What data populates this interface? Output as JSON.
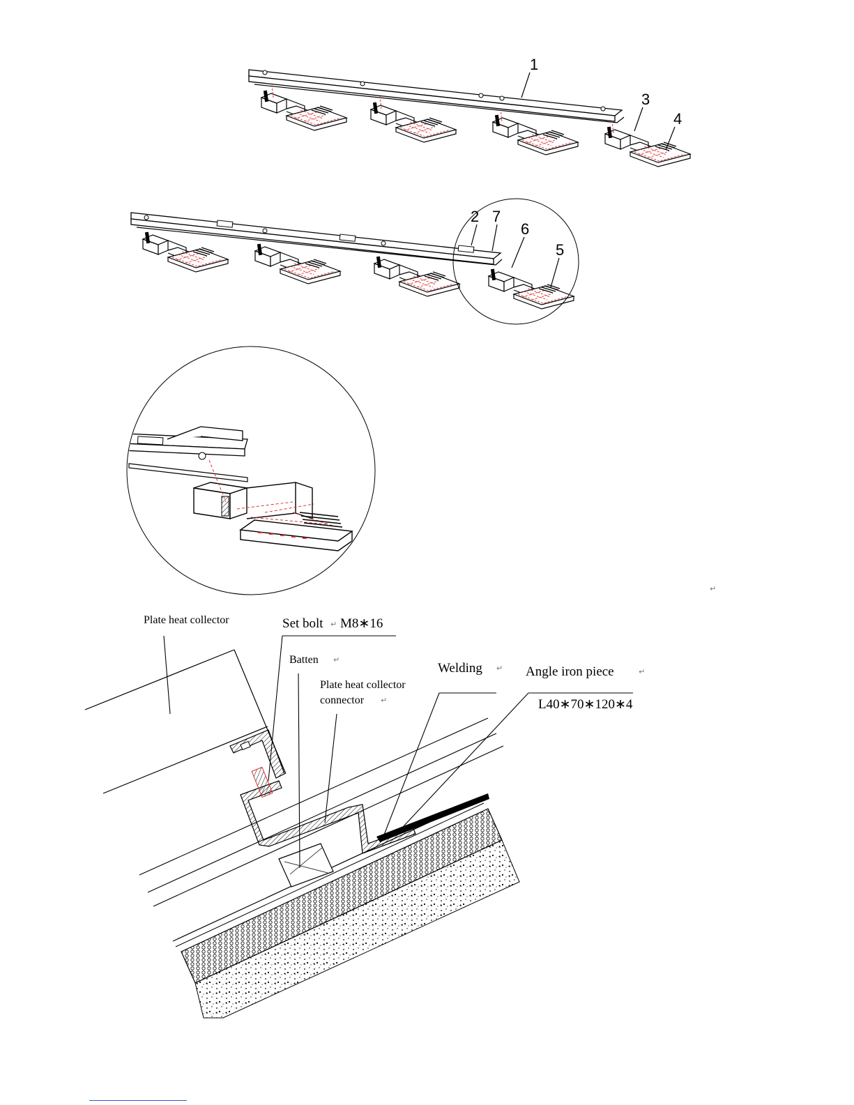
{
  "figure_top": {
    "callouts": [
      "1",
      "3",
      "4"
    ]
  },
  "figure_middle": {
    "callouts": [
      "2",
      "7",
      "6",
      "5"
    ]
  },
  "section": {
    "labels": {
      "plate_heat_collector": "Plate heat collector",
      "set_bolt": "Set bolt",
      "set_bolt_size": "M8∗16",
      "batten": "Batten",
      "connector_line1": "Plate heat collector",
      "connector_line2": "connector",
      "welding": "Welding",
      "angle_iron": "Angle iron piece",
      "angle_iron_size": "L40∗70∗120∗4"
    },
    "return_mark": "↵"
  },
  "colors": {
    "line": "#000000",
    "hidden": "#e03030",
    "footer_link": "#3355cc"
  }
}
